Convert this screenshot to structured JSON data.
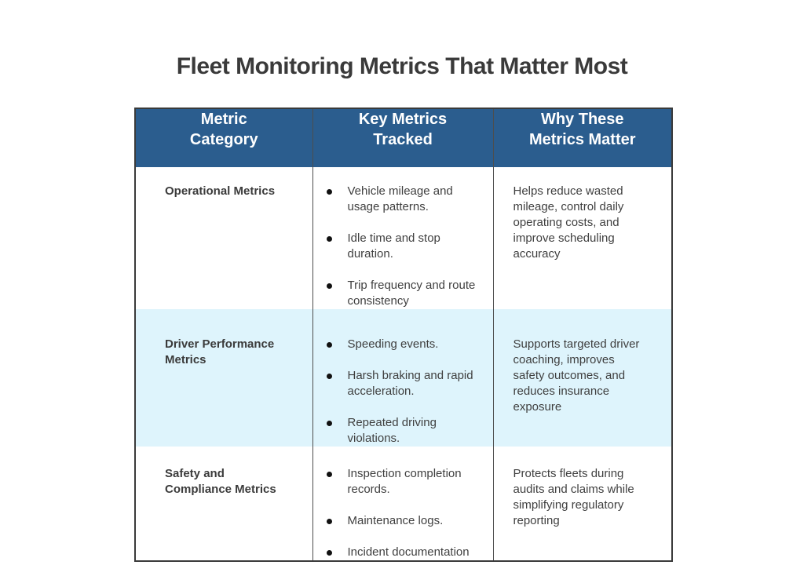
{
  "page_title": "Fleet Monitoring Metrics That Matter Most",
  "colors": {
    "header_background": "#2b5d8e",
    "header_text": "#ffffff",
    "alternate_row_background": "#def4fc",
    "body_text": "#3f3f3f",
    "title_text": "#3a3a3a",
    "table_border": "#3a3a3a"
  },
  "table": {
    "headers": [
      {
        "line1": "Metric",
        "line2": "Category"
      },
      {
        "line1": "Key Metrics",
        "line2": "Tracked"
      },
      {
        "line1": "Why These",
        "line2": "Metrics Matter"
      }
    ],
    "rows": [
      {
        "category": "Operational Metrics",
        "metrics": [
          "Vehicle mileage and usage patterns.",
          "Idle time and stop duration.",
          "Trip frequency and route consistency"
        ],
        "why": "Helps reduce wasted mileage, control daily operating costs, and improve scheduling accuracy"
      },
      {
        "category": "Driver Performance Metrics",
        "metrics": [
          "Speeding events.",
          "Harsh braking and rapid acceleration.",
          "Repeated driving violations."
        ],
        "why": "Supports targeted driver coaching, improves safety outcomes, and reduces insurance exposure"
      },
      {
        "category": "Safety and Compliance Metrics",
        "metrics": [
          "Inspection completion records.",
          "Maintenance logs.",
          "Incident documentation"
        ],
        "why": "Protects fleets during audits and claims while simplifying regulatory reporting"
      }
    ]
  }
}
